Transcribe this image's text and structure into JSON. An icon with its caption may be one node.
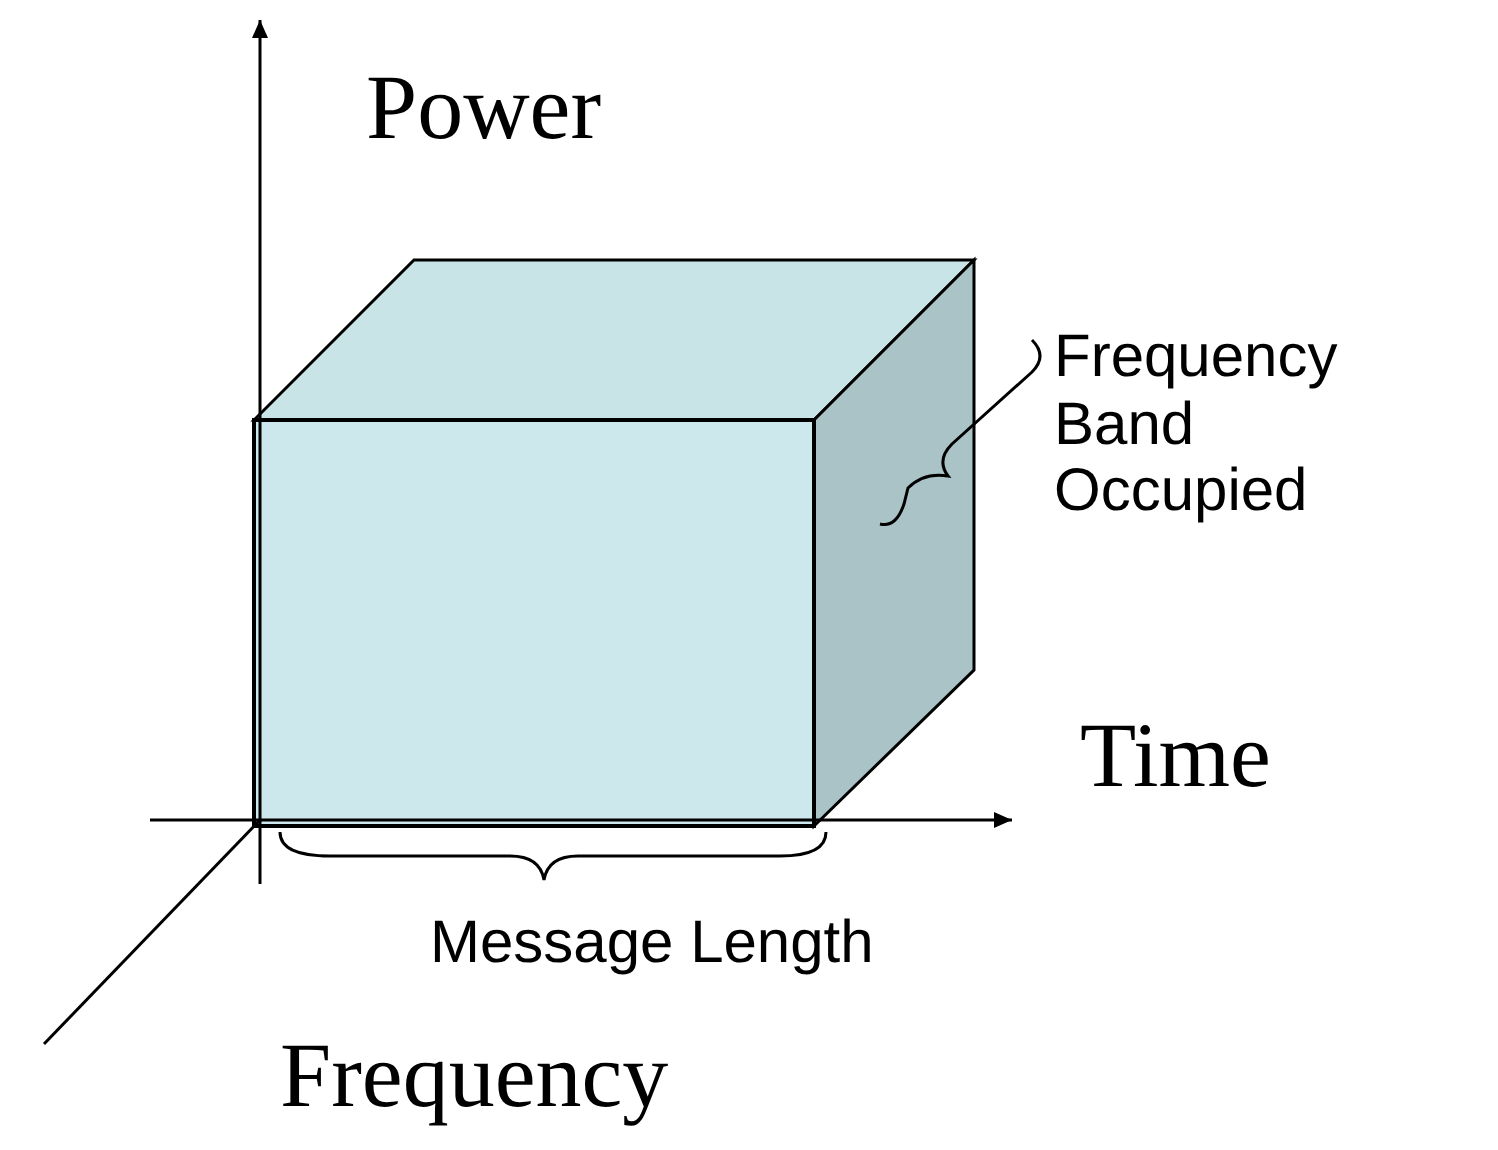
{
  "diagram": {
    "labels": [
      "Power",
      "Frequency Band Occupied",
      "Time",
      "Message Length",
      "Frequency"
    ]
  }
}
